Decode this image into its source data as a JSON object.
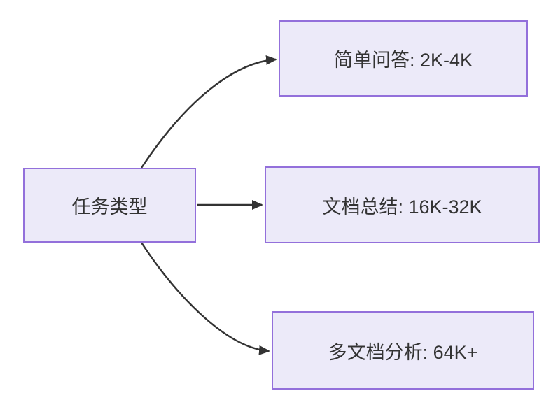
{
  "diagram": {
    "type": "flowchart",
    "direction": "left-to-right",
    "root": {
      "id": "task-type",
      "label": "任务类型"
    },
    "branches": [
      {
        "id": "simple-qa",
        "label": "简单问答: 2K-4K"
      },
      {
        "id": "doc-summary",
        "label": "文档总结: 16K-32K"
      },
      {
        "id": "multi-doc",
        "label": "多文档分析: 64K+"
      }
    ],
    "edges": [
      {
        "from": "task-type",
        "to": "simple-qa"
      },
      {
        "from": "task-type",
        "to": "doc-summary"
      },
      {
        "from": "task-type",
        "to": "multi-doc"
      }
    ],
    "colors": {
      "node_fill": "#ECEAF9",
      "node_border": "#9370DB",
      "edge": "#333333",
      "text": "#333333",
      "background": "#FFFFFF"
    }
  }
}
